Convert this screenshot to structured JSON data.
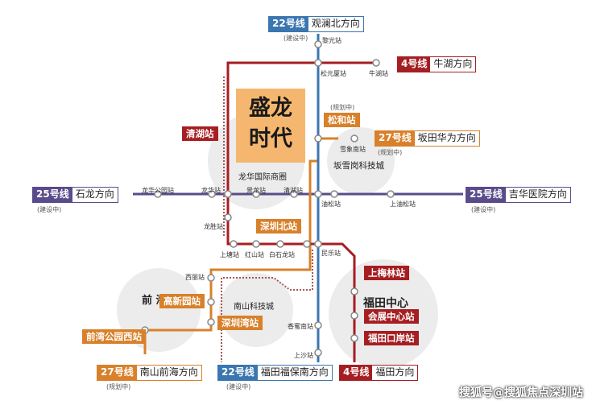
{
  "project": {
    "name_line1": "盛龙",
    "name_line2": "时代",
    "area": "龙华国际商圈"
  },
  "colors": {
    "line22": "#3b76b0",
    "line4": "#a51e22",
    "line27": "#d8802a",
    "line25": "#5a4b8a",
    "circle": "#ececec"
  },
  "badges": {
    "l22_north": {
      "num": "22号线",
      "dest": "观澜北方向",
      "note": "(建设中)"
    },
    "l4_north": {
      "num": "4号线",
      "dest": "牛湖方向"
    },
    "l27_east": {
      "num": "27号线",
      "dest": "坂田华为方向",
      "note": "(规划中)"
    },
    "l25_west": {
      "num": "25号线",
      "dest": "石龙方向",
      "note": "(建设中)"
    },
    "l25_east": {
      "num": "25号线",
      "dest": "吉华医院方向",
      "note": "(建设中)"
    },
    "l27_south": {
      "num": "27号线",
      "dest": "南山前海方向",
      "note": "(规划中)"
    },
    "l22_south": {
      "num": "22号线",
      "dest": "福田福保南方向",
      "note": "(建设中)"
    },
    "l4_south": {
      "num": "4号线",
      "dest": "福田方向"
    }
  },
  "tags": {
    "qinghu": "清湖站",
    "songhe": "松和站",
    "songhe_note": "(规划中)",
    "shenzhen_north": "深圳北站",
    "gaoxinyuan": "高新园站",
    "shenzhenwan": "深圳湾站",
    "qianwan": "前湾公园西站",
    "shangmeilin": "上梅林站",
    "huizhan": "会展中心站",
    "futian_port": "福田口岸站"
  },
  "stations": {
    "liguang": "黎光站",
    "songyuansha": "松元厦站",
    "niuhu": "牛湖站",
    "xuexiangnan": "雪象南站",
    "longhua_park": "龙华公园站",
    "longhua": "龙华站",
    "jinglong": "景龙站",
    "qinghu_st": "清湖站",
    "youyou": "油松站",
    "shangyousong": "上油松站",
    "longsheng": "龙胜站",
    "shangtang": "上塘站",
    "hongshan": "红山站",
    "baishilong": "白石龙站",
    "minle": "民乐站",
    "xili": "西丽站",
    "xiangmi": "香蜜南站",
    "shangsha": "上沙站"
  },
  "districts": {
    "bantian": "坂雪岗科技城",
    "nanshan": "南山科技城",
    "qianhai": "前 海",
    "futian": "福田中心"
  },
  "watermark": "搜狐号@搜狐焦点深圳站"
}
